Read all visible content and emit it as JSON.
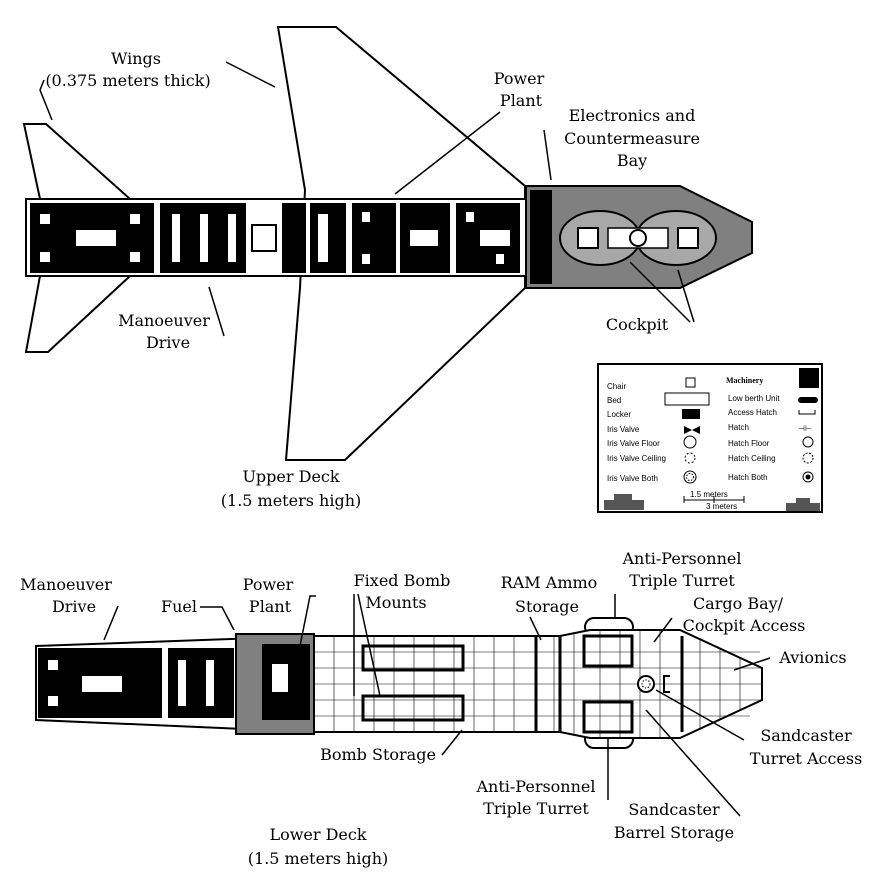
{
  "upper": {
    "wings": "Wings",
    "wings_thick": "(0.375 meters thick)",
    "power": "Power",
    "plant": "Plant",
    "elec1": "Electronics and",
    "elec2": "Countermeasure",
    "elec3": "Bay",
    "manoeuver": "Manoeuver",
    "drive": "Drive",
    "cockpit": "Cockpit",
    "deck": "Upper Deck",
    "deck_h": "(1.5 meters high)"
  },
  "lower": {
    "manoeuver": "Manoeuver",
    "drive": "Drive",
    "fuel": "Fuel",
    "power": "Power",
    "plant": "Plant",
    "fixed1": "Fixed Bomb",
    "fixed2": "Mounts",
    "ram1": "RAM Ammo",
    "ram2": "Storage",
    "ap_top1": "Anti-Personnel",
    "ap_top2": "Triple Turret",
    "cargo1": "Cargo Bay/",
    "cargo2": "Cockpit Access",
    "avionics": "Avionics",
    "bomb_storage": "Bomb Storage",
    "sand_access1": "Sandcaster",
    "sand_access2": "Turret Access",
    "ap_bot1": "Anti-Personnel",
    "ap_bot2": "Triple Turret",
    "sand_barrel1": "Sandcaster",
    "sand_barrel2": "Barrel Storage",
    "deck": "Lower Deck",
    "deck_h": "(1.5 meters high)"
  },
  "legend": {
    "chair": "Chair",
    "bed": "Bed",
    "locker": "Locker",
    "iris_valve": "Iris Valve",
    "iris_valve_floor": "Iris Valve Floor",
    "iris_valve_ceiling": "Iris Valve Ceiling",
    "iris_valve_both": "Iris Valve Both",
    "machinery": "Machinery",
    "low_berth": "Low berth Unit",
    "access_hatch": "Access Hatch",
    "hatch": "Hatch",
    "hatch_floor": "Hatch Floor",
    "hatch_ceiling": "Hatch Ceiling",
    "hatch_both": "Hatch Both",
    "scale_15": "1.5 meters",
    "scale_3": "3 meters"
  },
  "colors": {
    "hull_gray": "#808080",
    "machinery": "#000000",
    "paper": "#ffffff"
  }
}
